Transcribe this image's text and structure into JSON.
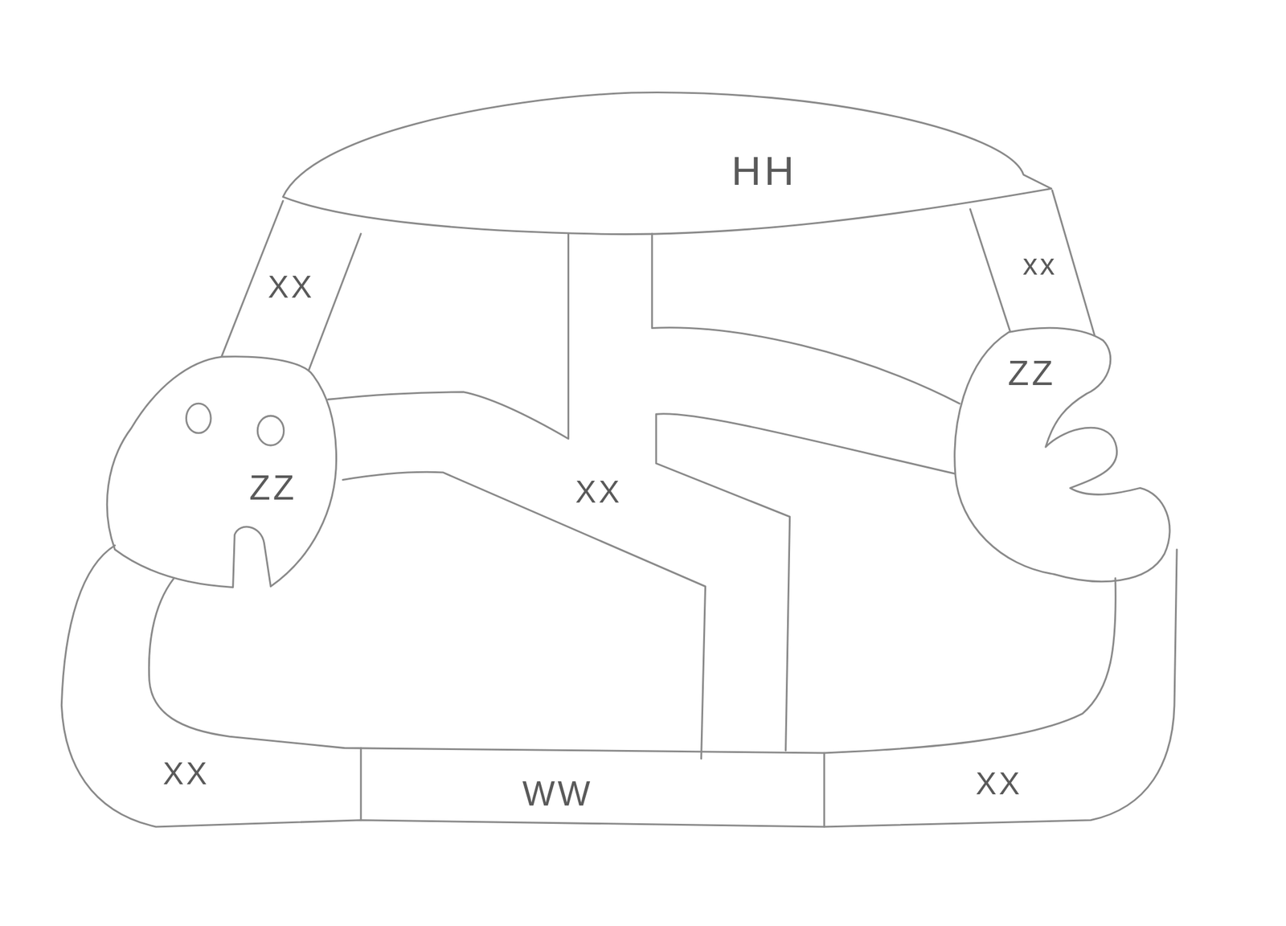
{
  "diagram": {
    "nodes": [
      {
        "text": [
          "HH"
        ]
      },
      {
        "text": [
          "XX"
        ]
      },
      {
        "text": [
          "xx"
        ]
      },
      {
        "text": [
          "ZZ"
        ]
      },
      {
        "text": [
          "XX"
        ]
      },
      {
        "text": [
          "ZZ"
        ]
      },
      {
        "text": [
          "XX"
        ]
      },
      {
        "text": [
          "WW"
        ]
      },
      {
        "text": [
          "XX"
        ]
      }
    ]
  }
}
